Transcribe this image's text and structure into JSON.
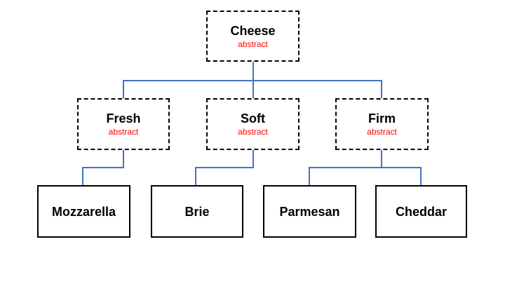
{
  "colors": {
    "connector": "#4472c4",
    "tag": "#ff0000",
    "border": "#000000"
  },
  "diagram": {
    "root": {
      "name": "Cheese",
      "tag": "abstract"
    },
    "categories": [
      {
        "name": "Fresh",
        "tag": "abstract"
      },
      {
        "name": "Soft",
        "tag": "abstract"
      },
      {
        "name": "Firm",
        "tag": "abstract"
      }
    ],
    "leaves": [
      {
        "name": "Mozzarella",
        "parent": "Fresh"
      },
      {
        "name": "Brie",
        "parent": "Soft"
      },
      {
        "name": "Parmesan",
        "parent": "Firm"
      },
      {
        "name": "Cheddar",
        "parent": "Firm"
      }
    ]
  }
}
